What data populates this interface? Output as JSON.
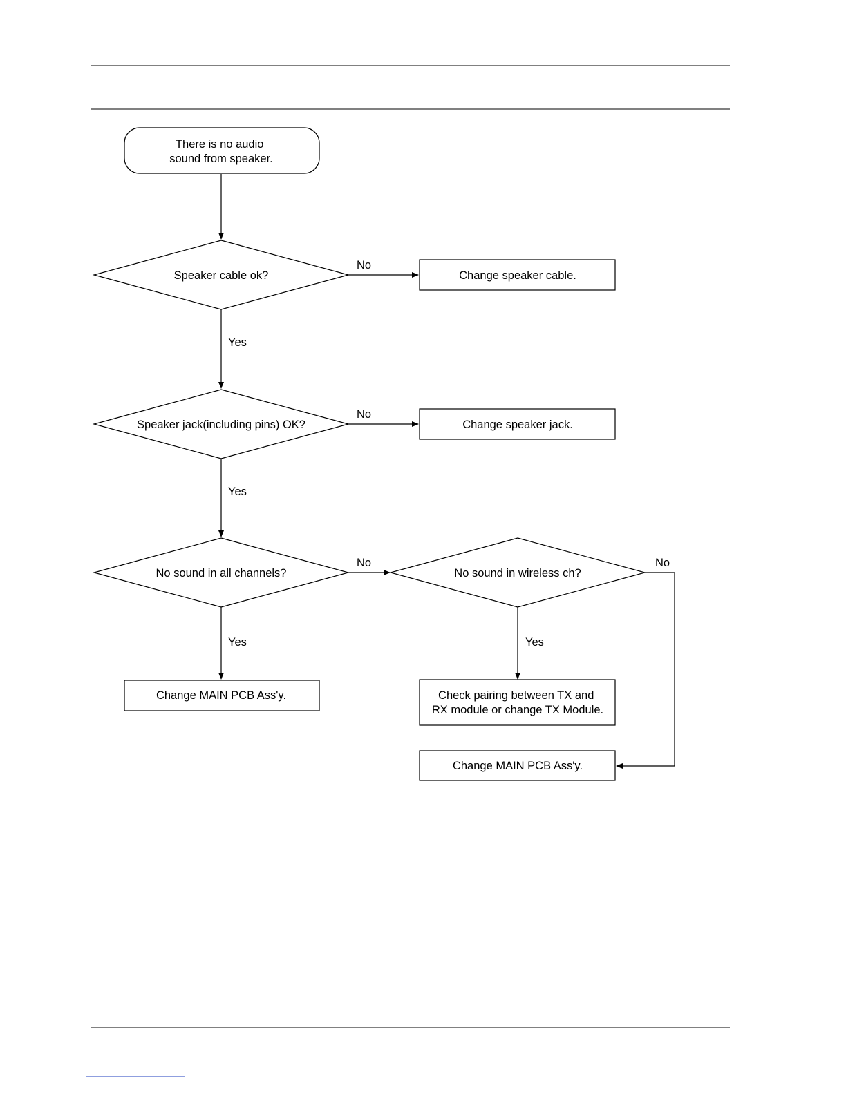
{
  "nodes": {
    "start": {
      "lines": [
        "There is no audio",
        "sound from speaker."
      ]
    },
    "q_cable": {
      "lines": [
        "Speaker cable ok?"
      ]
    },
    "a_cable": {
      "lines": [
        "Change speaker cable."
      ]
    },
    "q_jack": {
      "lines": [
        "Speaker jack(including pins) OK?"
      ]
    },
    "a_jack": {
      "lines": [
        "Change speaker jack."
      ]
    },
    "q_all": {
      "lines": [
        "No sound in all channels?"
      ]
    },
    "a_all": {
      "lines": [
        "Change MAIN PCB Ass'y."
      ]
    },
    "q_wireless": {
      "lines": [
        "No sound in wireless ch?"
      ]
    },
    "a_wireless": {
      "lines": [
        "Check pairing between TX and",
        "RX module or change TX Module."
      ]
    },
    "a_main": {
      "lines": [
        "Change MAIN PCB Ass'y."
      ]
    }
  },
  "edges": {
    "cable_no": "No",
    "cable_yes": "Yes",
    "jack_no": "No",
    "jack_yes": "Yes",
    "all_no": "No",
    "all_yes": "Yes",
    "wireless_no": "No",
    "wireless_yes": "Yes"
  },
  "colors": {
    "line": "#000000",
    "footer_link": "#1f3fbf"
  }
}
